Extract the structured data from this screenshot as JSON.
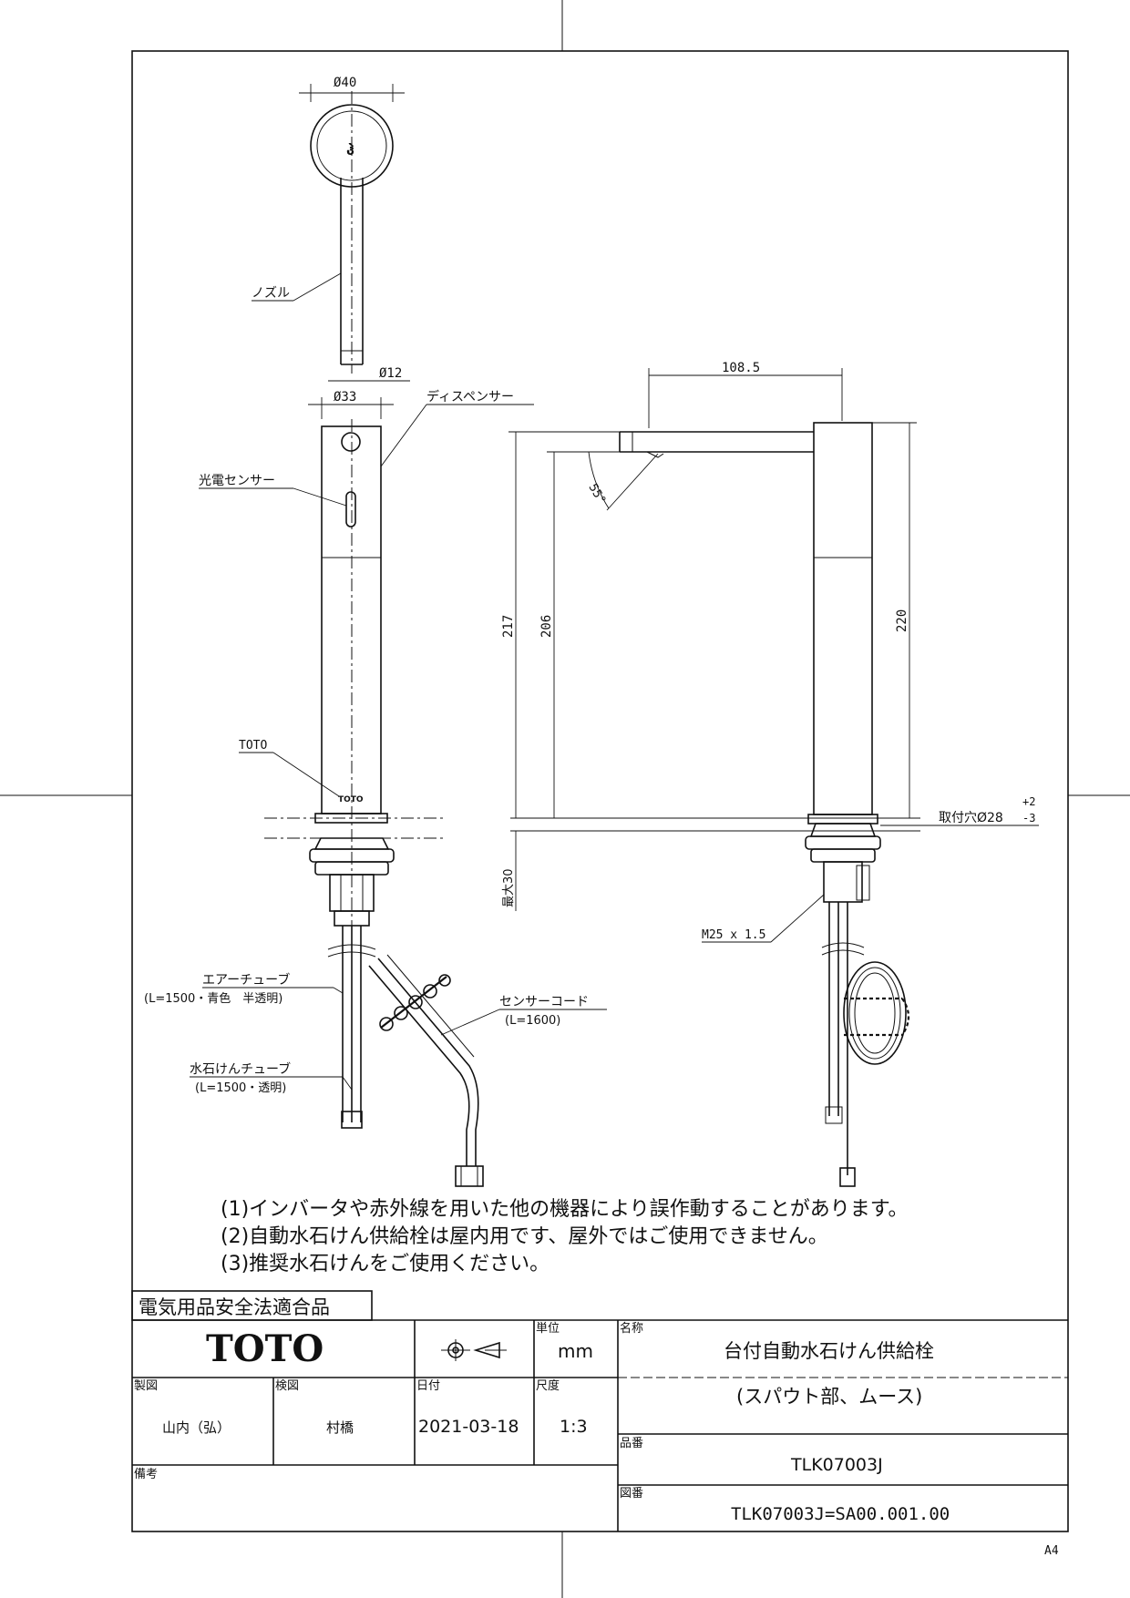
{
  "dimensions": {
    "top_dia": "Ø40",
    "nozzle_dia": "Ø12",
    "body_dia": "Ø33",
    "spout_reach": "108.5",
    "angle": "55°",
    "h_217": "217",
    "h_206": "206",
    "h_220": "220",
    "max_thickness": "最大30",
    "thread": "M25 x 1.5",
    "hole_label": "取付穴Ø28",
    "tol_plus": "+2",
    "tol_minus": "-3"
  },
  "labels": {
    "nozzle": "ノズル",
    "dispenser": "ディスペンサー",
    "sensor": "光電センサー",
    "brand_mark": "TOTO",
    "air_tube": "エアーチューブ",
    "air_tube_spec": "(L=1500・青色　半透明)",
    "soap_tube": "水石けんチューブ",
    "soap_tube_spec": "(L=1500・透明)",
    "sensor_cord": "センサーコード",
    "sensor_cord_spec": "(L=1600)"
  },
  "notes": [
    "(1)インバータや赤外線を用いた他の機器により誤作動することがあります。",
    "(2)自動水石けん供給栓は屋内用です、屋外ではご使用できません。",
    "(3)推奨水石けんをご使用ください。"
  ],
  "compliance": "電気用品安全法適合品",
  "title_block": {
    "logo": "TOTO",
    "unit_label": "単位",
    "unit_value": "mm",
    "name_label": "名称",
    "name_line1": "台付自動水石けん供給栓",
    "name_line2": "(スパウト部、ムース)",
    "drawn_label": "製図",
    "drawn_value": "山内（弘）",
    "checked_label": "検図",
    "checked_value": "村橋",
    "date_label": "日付",
    "date_value": "2021-03-18",
    "scale_label": "尺度",
    "scale_value": "1:3",
    "part_label": "品番",
    "part_value": "TLK07003J",
    "drawing_label": "図番",
    "drawing_value": "TLK07003J=SA00.001.00",
    "remarks_label": "備考"
  },
  "paper_size": "A4"
}
